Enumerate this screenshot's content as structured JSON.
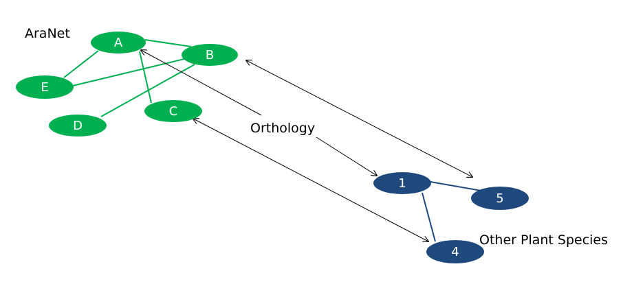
{
  "colors": {
    "aranet_node": "#00b050",
    "aranet_edge": "#00b050",
    "other_node": "#1f497d",
    "other_edge": "#1f497d",
    "arrow": "#000000"
  },
  "labels": {
    "aranet": "AraNet",
    "orthology": "Orthology",
    "other_species": "Other Plant Species"
  },
  "aranet_network": {
    "nodes": [
      {
        "id": "A",
        "label": "A"
      },
      {
        "id": "B",
        "label": "B"
      },
      {
        "id": "C",
        "label": "C"
      },
      {
        "id": "D",
        "label": "D"
      },
      {
        "id": "E",
        "label": "E"
      }
    ],
    "edges": [
      [
        "A",
        "B"
      ],
      [
        "A",
        "E"
      ],
      [
        "A",
        "C"
      ],
      [
        "B",
        "E"
      ],
      [
        "B",
        "D"
      ]
    ]
  },
  "other_network": {
    "nodes": [
      {
        "id": "1",
        "label": "1"
      },
      {
        "id": "4",
        "label": "4"
      },
      {
        "id": "5",
        "label": "5"
      }
    ],
    "edges": [
      [
        "1",
        "5"
      ],
      [
        "1",
        "4"
      ]
    ]
  },
  "orthology_links": [
    [
      "A",
      "1"
    ],
    [
      "B",
      "5"
    ],
    [
      "C",
      "4"
    ]
  ]
}
